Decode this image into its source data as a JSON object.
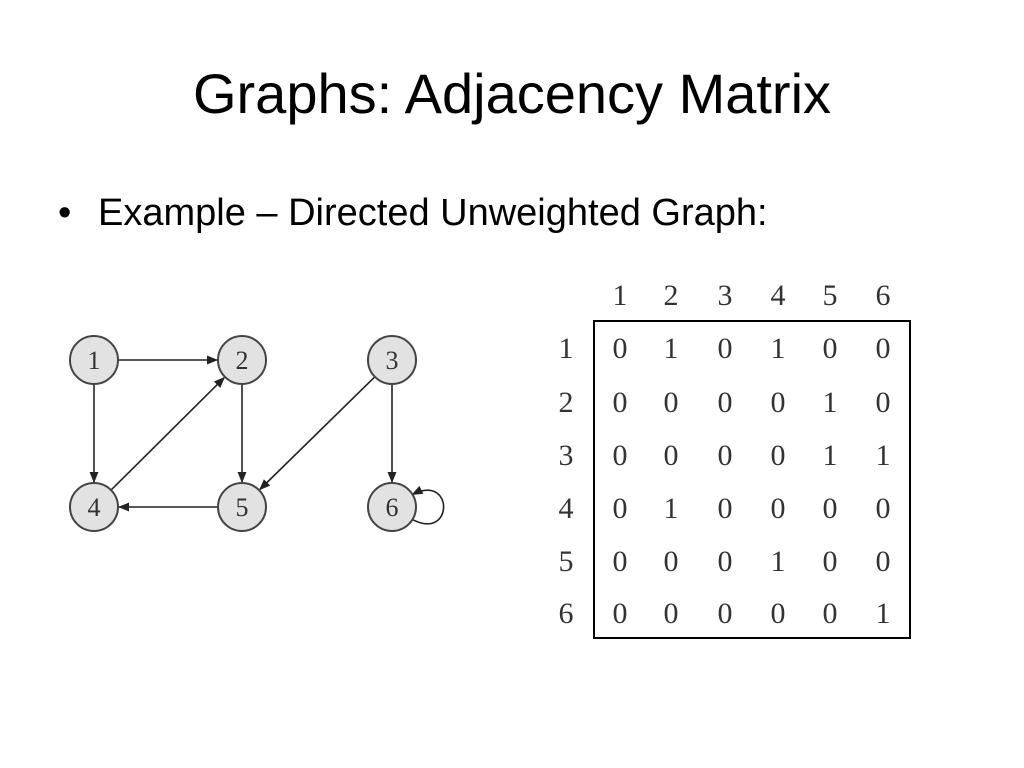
{
  "slide": {
    "title": "Graphs: Adjacency Matrix",
    "bullet_marker": "•",
    "bullet_text": "Example – Directed Unweighted Graph:"
  },
  "graph": {
    "node_fill": "#e2e2e2",
    "node_stroke": "#444444",
    "edge_color": "#222222",
    "nodes": [
      {
        "id": "1",
        "label": "1"
      },
      {
        "id": "2",
        "label": "2"
      },
      {
        "id": "3",
        "label": "3"
      },
      {
        "id": "4",
        "label": "4"
      },
      {
        "id": "5",
        "label": "5"
      },
      {
        "id": "6",
        "label": "6"
      }
    ],
    "edges": [
      {
        "from": "1",
        "to": "2"
      },
      {
        "from": "1",
        "to": "4"
      },
      {
        "from": "2",
        "to": "5"
      },
      {
        "from": "3",
        "to": "5"
      },
      {
        "from": "3",
        "to": "6"
      },
      {
        "from": "4",
        "to": "2"
      },
      {
        "from": "5",
        "to": "4"
      },
      {
        "from": "6",
        "to": "6"
      }
    ]
  },
  "matrix": {
    "column_headers": [
      "1",
      "2",
      "3",
      "4",
      "5",
      "6"
    ],
    "row_headers": [
      "1",
      "2",
      "3",
      "4",
      "5",
      "6"
    ],
    "rows": [
      [
        "0",
        "1",
        "0",
        "1",
        "0",
        "0"
      ],
      [
        "0",
        "0",
        "0",
        "0",
        "1",
        "0"
      ],
      [
        "0",
        "0",
        "0",
        "0",
        "1",
        "1"
      ],
      [
        "0",
        "1",
        "0",
        "0",
        "0",
        "0"
      ],
      [
        "0",
        "0",
        "0",
        "1",
        "0",
        "0"
      ],
      [
        "0",
        "0",
        "0",
        "0",
        "0",
        "1"
      ]
    ]
  }
}
